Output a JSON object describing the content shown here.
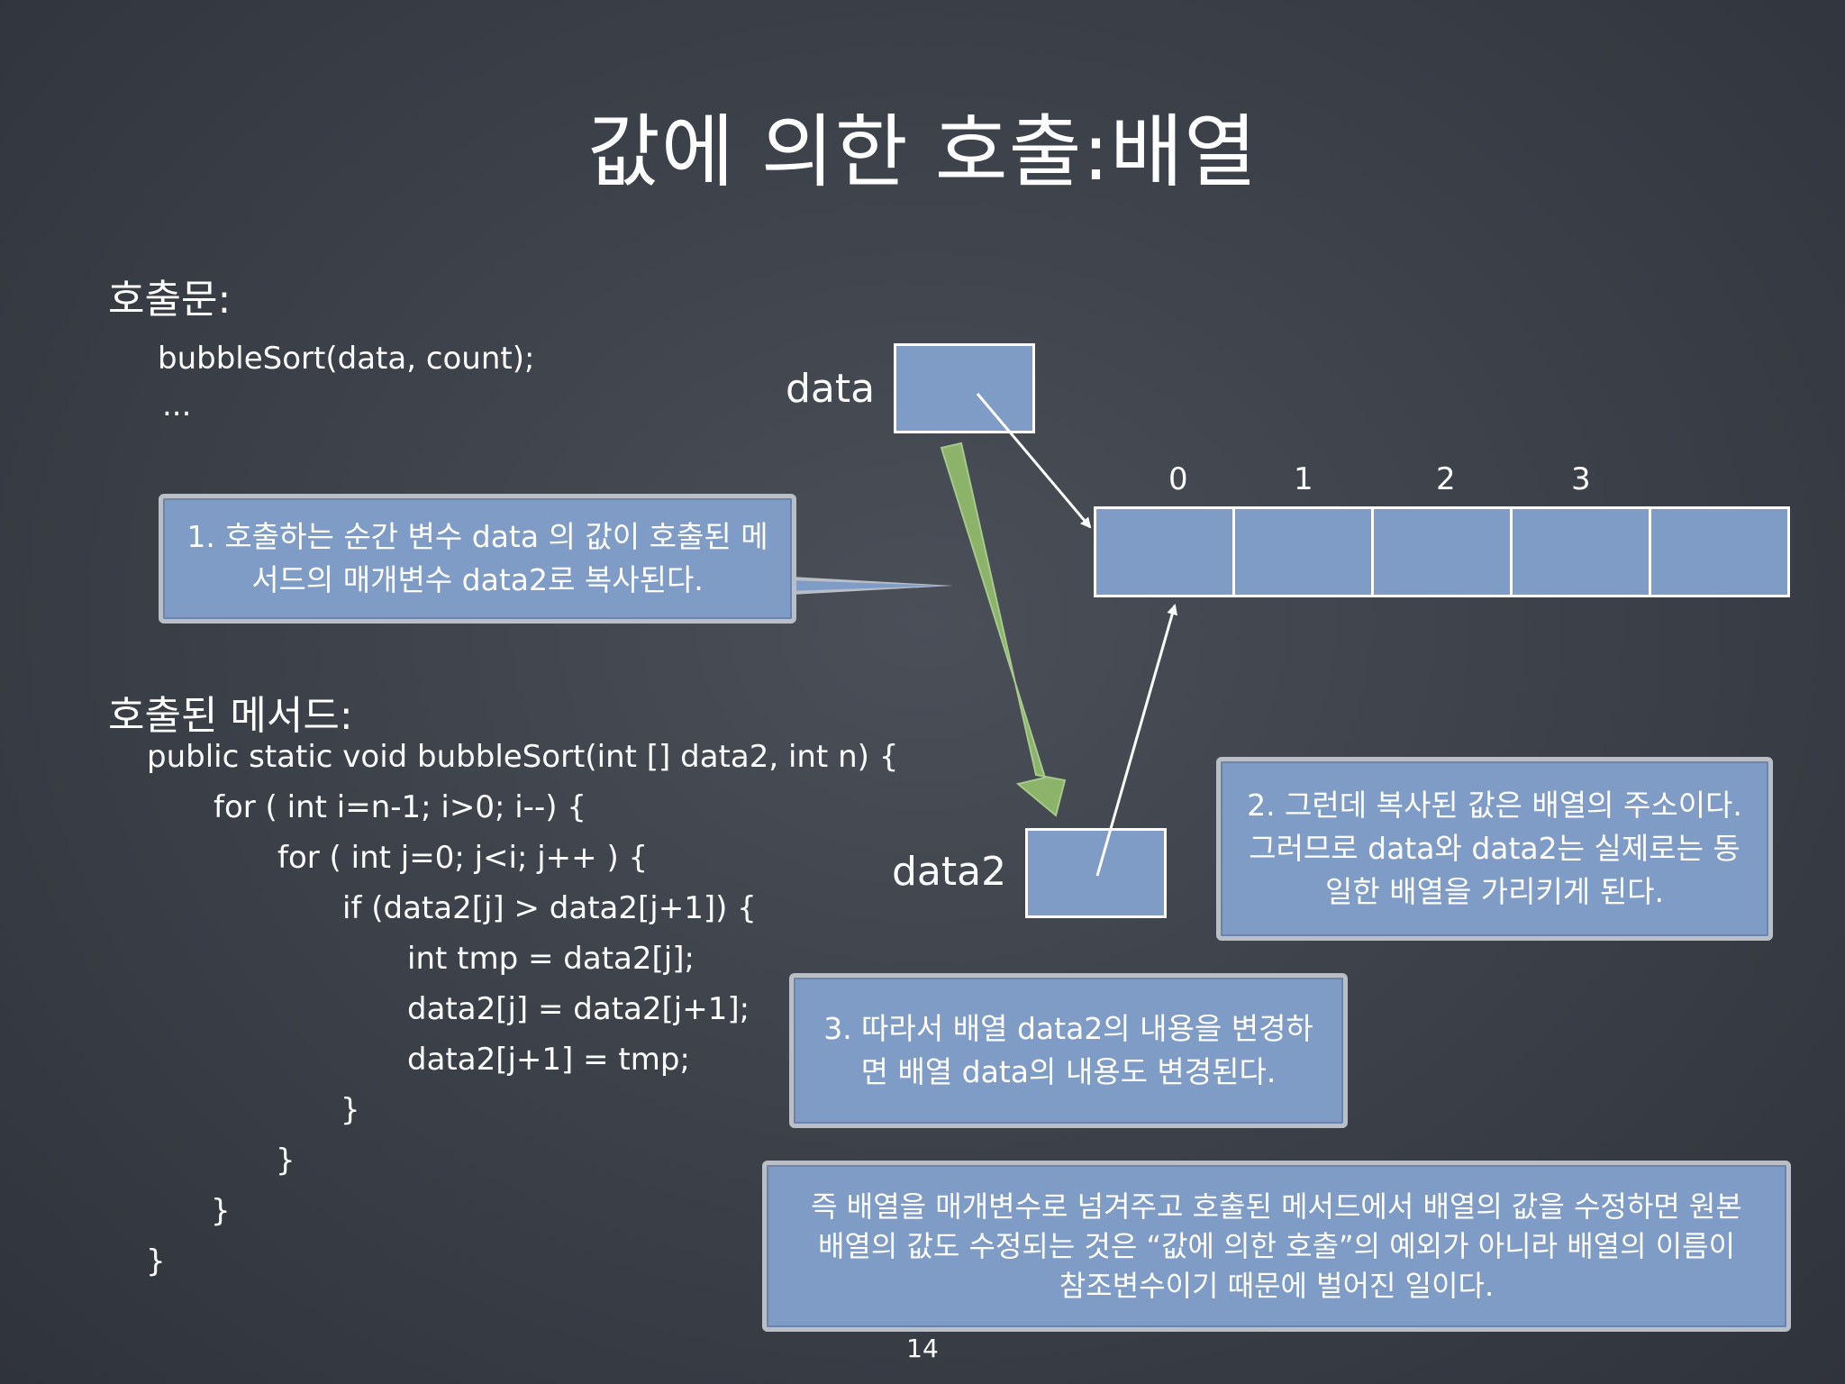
{
  "title": "값에 의한 호출:배열",
  "call_heading": "호출문:",
  "call_code": [
    "bubbleSort(data, count);",
    "..."
  ],
  "method_heading": "호출된 메서드:",
  "method_code": [
    "public static void bubbleSort(int [] data2, int n) {",
    "for ( int i=n-1; i>0; i--) {",
    "for ( int j=0; j<i; j++ ) {",
    "if (data2[j] > data2[j+1]) {",
    "int tmp = data2[j];",
    "data2[j] = data2[j+1];",
    "data2[j+1] = tmp;",
    "}",
    "}",
    "}",
    "}"
  ],
  "labels": {
    "data": "data",
    "data2": "data2"
  },
  "indices": [
    "0",
    "1",
    "2",
    "3"
  ],
  "callouts": {
    "c1": [
      "1. 호출하는 순간 변수 data 의 값이 호출된 메",
      "서드의 매개변수 data2로 복사된다."
    ],
    "c2": [
      "2. 그런데 복사된 값은 배열의 주소이다.",
      "그러므로  data와 data2는 실제로는 동",
      "일한 배열을 가리키게 된다."
    ],
    "c3": [
      "3. 따라서 배열 data2의 내용을 변경하",
      "면 배열 data의 내용도 변경된다."
    ],
    "c4": [
      "즉 배열을 매개변수로 넘겨주고 호출된 메서드에서 배열의 값을 수정하면 원본",
      "배열의 값도 수정되는 것은 “값에 의한 호출”의 예외가 아니라 배열의 이름이",
      "참조변수이기 때문에 벌어진 일이다."
    ]
  },
  "page_number": "14",
  "colors": {
    "box_fill": "#7f9cc6",
    "arrow_green": "#8cb36a",
    "background": "#3b3f47"
  }
}
